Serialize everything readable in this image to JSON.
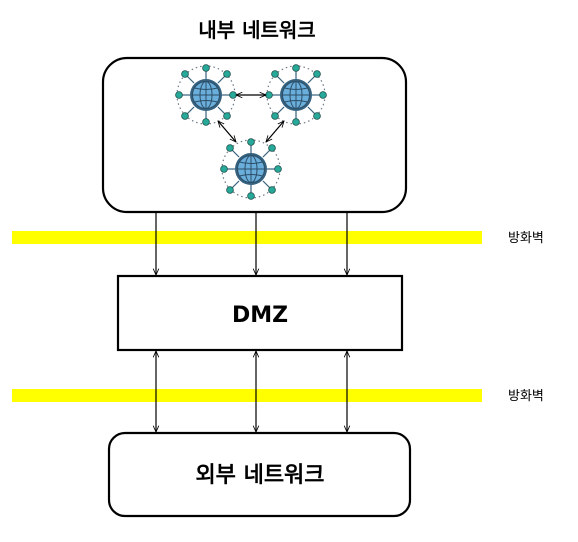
{
  "diagram": {
    "internal_network": {
      "title": "내부 네트워크",
      "node_icon": "globe-network-icon"
    },
    "dmz": {
      "label": "DMZ"
    },
    "external_network": {
      "label": "외부 네트워크"
    },
    "firewalls": [
      {
        "label": "방화벽",
        "color": "#ffff00"
      },
      {
        "label": "방화벽",
        "color": "#ffff00"
      }
    ]
  },
  "colors": {
    "globe_fill": "#6aaedc",
    "globe_dark": "#35617e",
    "node_teal": "#27a99a",
    "stroke": "#000000"
  }
}
